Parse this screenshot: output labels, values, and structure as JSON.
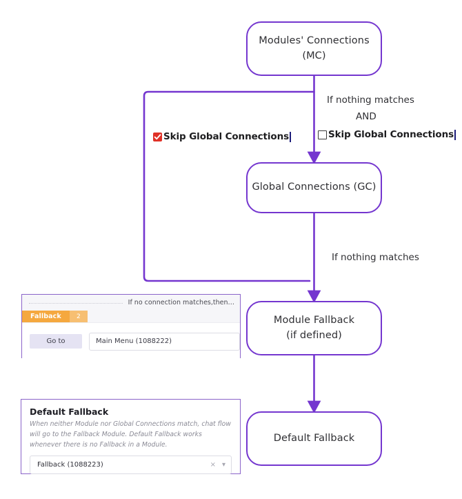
{
  "diagram": {
    "accent_color": "#7436cf",
    "nodes": [
      {
        "id": "mc",
        "label": "Modules' Connections (MC)"
      },
      {
        "id": "gc",
        "label": "Global Connections (GC)"
      },
      {
        "id": "mf",
        "label": "Module Fallback\n(if defined)"
      },
      {
        "id": "df",
        "label": "Default Fallback"
      }
    ],
    "edge_labels": {
      "if_nothing_matches_1": "If nothing matches",
      "and": "AND",
      "if_nothing_matches_2": "If nothing matches"
    },
    "annotations": [
      {
        "id": "skip-global-left",
        "label": "Skip Global Connections",
        "checked": true,
        "check_color": "#e03127"
      },
      {
        "id": "skip-global-right",
        "label": "Skip Global Connections",
        "checked": false,
        "check_color": "#e03127"
      }
    ]
  },
  "fallback_card": {
    "hint_text": "If no connection matches,then…",
    "tab_label": "Fallback",
    "tab_count": "2",
    "action_label": "Go to",
    "target_value": "Main Menu (1088222)",
    "tab_color": "#f5a83f"
  },
  "default_fallback_card": {
    "title": "Default Fallback",
    "description": "When neither Module nor Global Connections match, chat flow will go to the Fallback Module. Default Fallback works whenever there is no Fallback in a Module.",
    "select_value": "Fallback (1088223)",
    "clear_icon": "×",
    "caret_icon": "▾"
  }
}
